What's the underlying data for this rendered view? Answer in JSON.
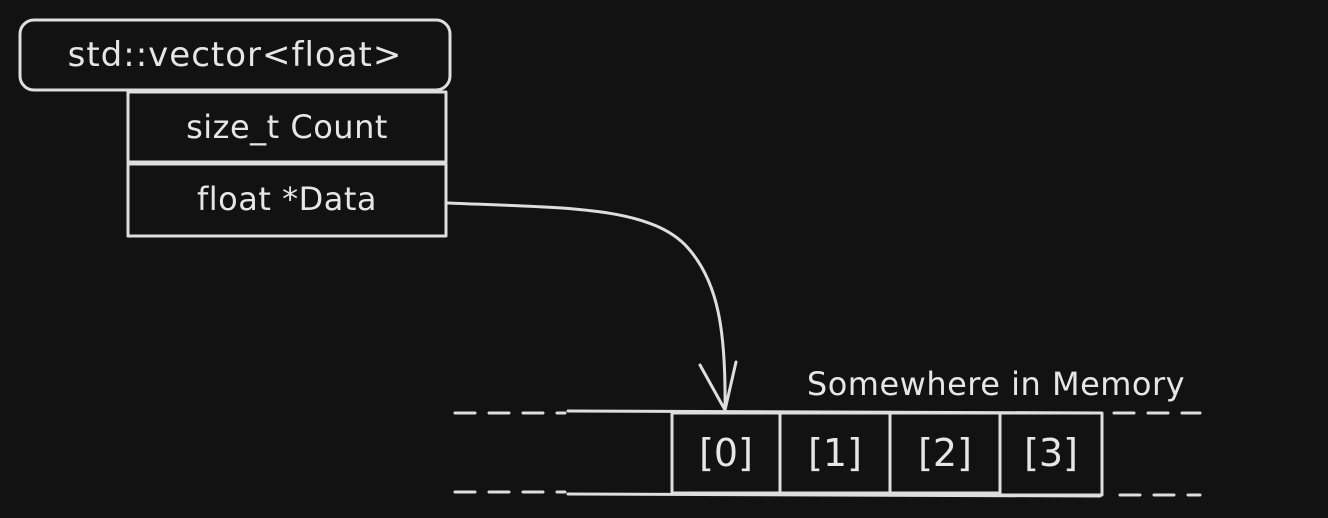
{
  "struct": {
    "type_name": "std::vector<float>",
    "fields": [
      {
        "label": "size_t Count"
      },
      {
        "label": "float *Data"
      }
    ]
  },
  "memory": {
    "caption": "Somewhere in Memory",
    "cells": [
      {
        "label": "[0]"
      },
      {
        "label": "[1]"
      },
      {
        "label": "[2]"
      },
      {
        "label": "[3]"
      }
    ]
  }
}
